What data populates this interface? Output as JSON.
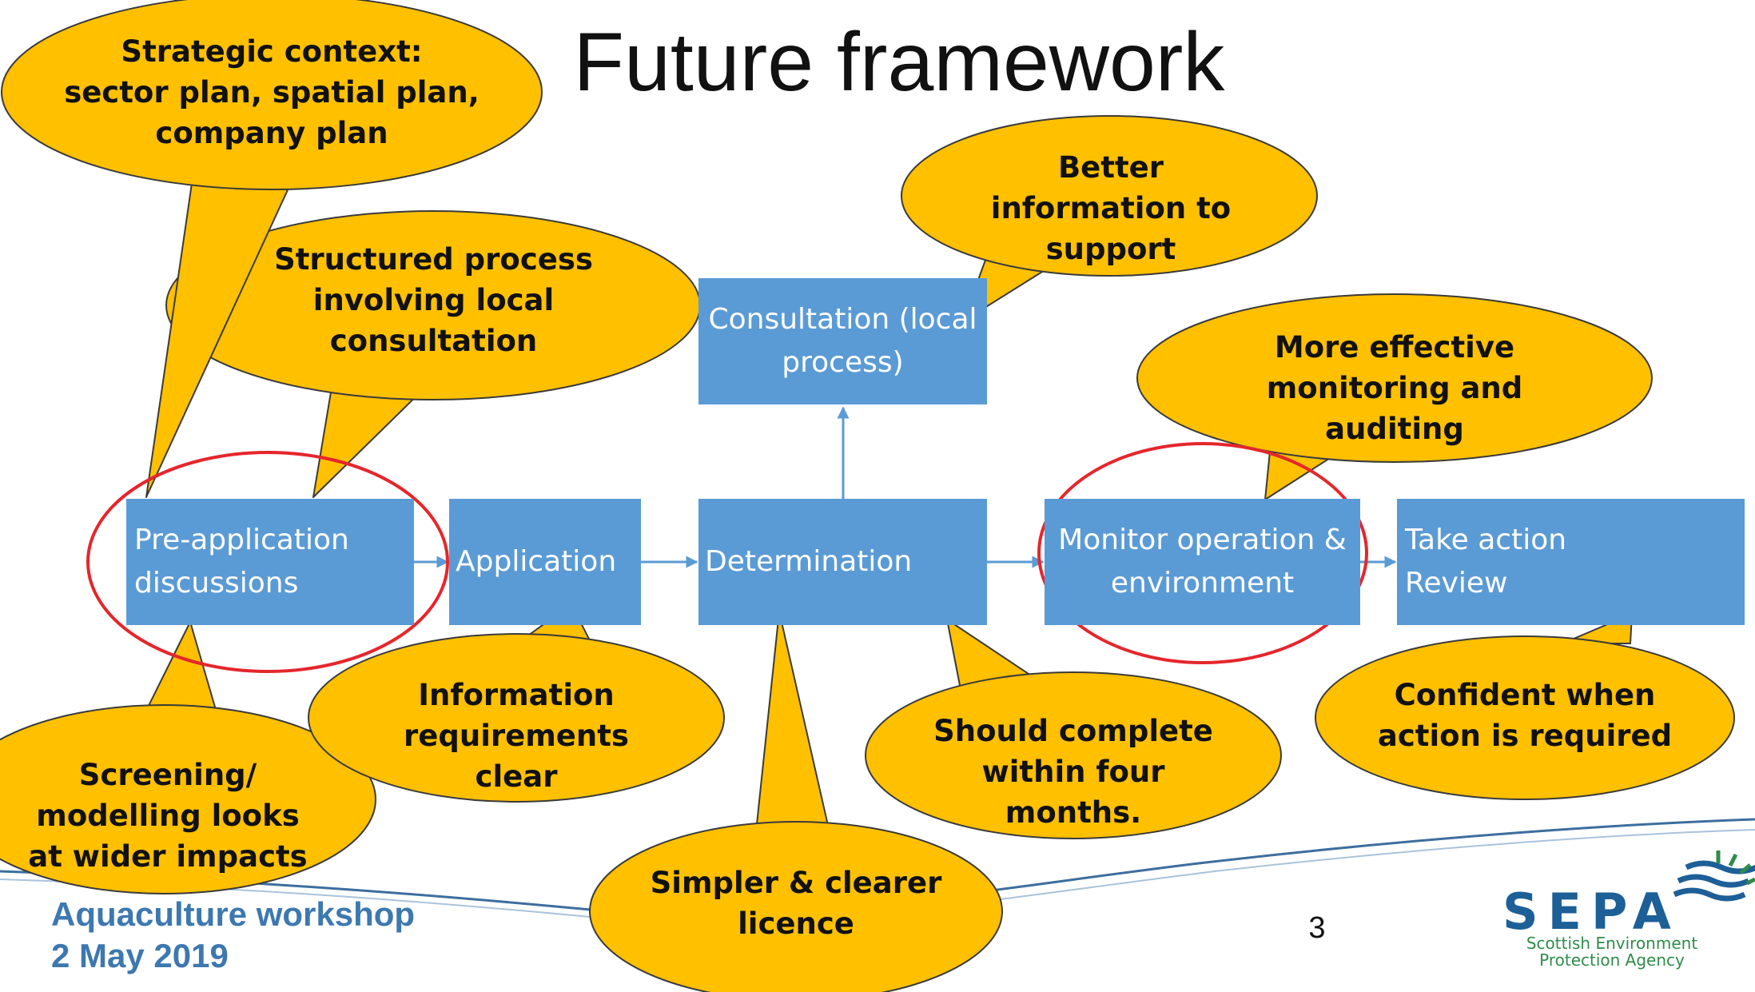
{
  "title": "Future framework",
  "boxes": {
    "pre_application": [
      "Pre-application",
      "discussions"
    ],
    "application": "Application",
    "determination": "Determination",
    "consultation": [
      "Consultation (local",
      "process)"
    ],
    "monitor": [
      "Monitor operation &",
      "environment"
    ],
    "take_action": [
      "Take action",
      "Review"
    ]
  },
  "callouts": {
    "strategic_context": [
      "Strategic context:",
      "sector plan, spatial plan,",
      "company plan"
    ],
    "structured_process": [
      "Structured process",
      "involving local",
      "consultation"
    ],
    "better_information": [
      "Better",
      "information to",
      "support"
    ],
    "more_effective": [
      "More effective",
      "monitoring and",
      "auditing"
    ],
    "screening": [
      "Screening/",
      "modelling looks",
      "at wider impacts"
    ],
    "information_requirements": [
      "Information",
      "requirements",
      "clear"
    ],
    "simpler_clearer": [
      "Simpler & clearer",
      "licence"
    ],
    "should_complete": [
      "Should complete",
      "within four",
      "months."
    ],
    "confident": [
      "Confident when",
      "action is required"
    ]
  },
  "footer": {
    "line1": "Aquaculture workshop",
    "line2": "2 May 2019"
  },
  "page_number": "3",
  "logo": {
    "wordmark": "SEPA",
    "subtitle": [
      "Scottish Environment",
      "Protection Agency"
    ]
  },
  "colors": {
    "process_box": "#5b9bd5",
    "callout_fill": "#ffc000",
    "callout_stroke": "#3a3a3a",
    "highlight_ring": "#e5262c",
    "arrow": "#5b9bd5",
    "footer_text": "#3d78b0",
    "logo_blue": "#1d5f97",
    "logo_green": "#2f8c4a"
  }
}
